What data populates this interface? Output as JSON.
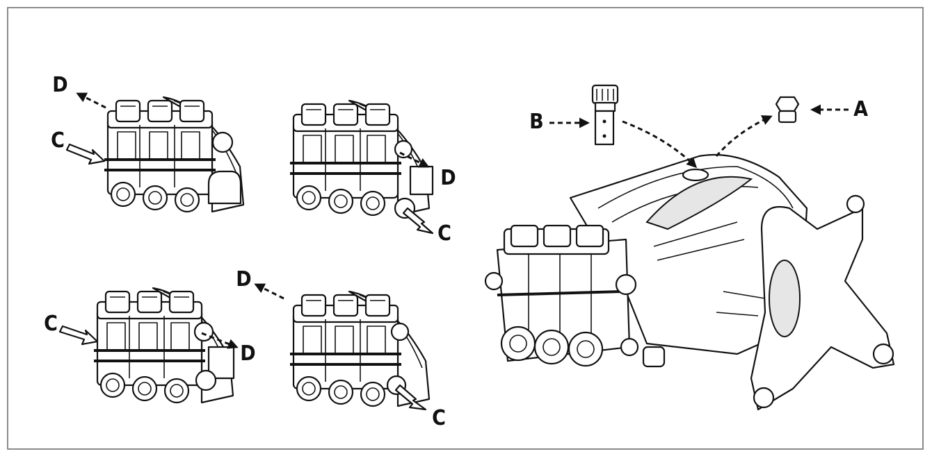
{
  "diagram": {
    "labels": {
      "A": "A",
      "B": "B",
      "C": "C",
      "D": "D"
    },
    "colors": {
      "line": "#111111",
      "frame": "#8a8a8a",
      "background": "#ffffff"
    }
  }
}
